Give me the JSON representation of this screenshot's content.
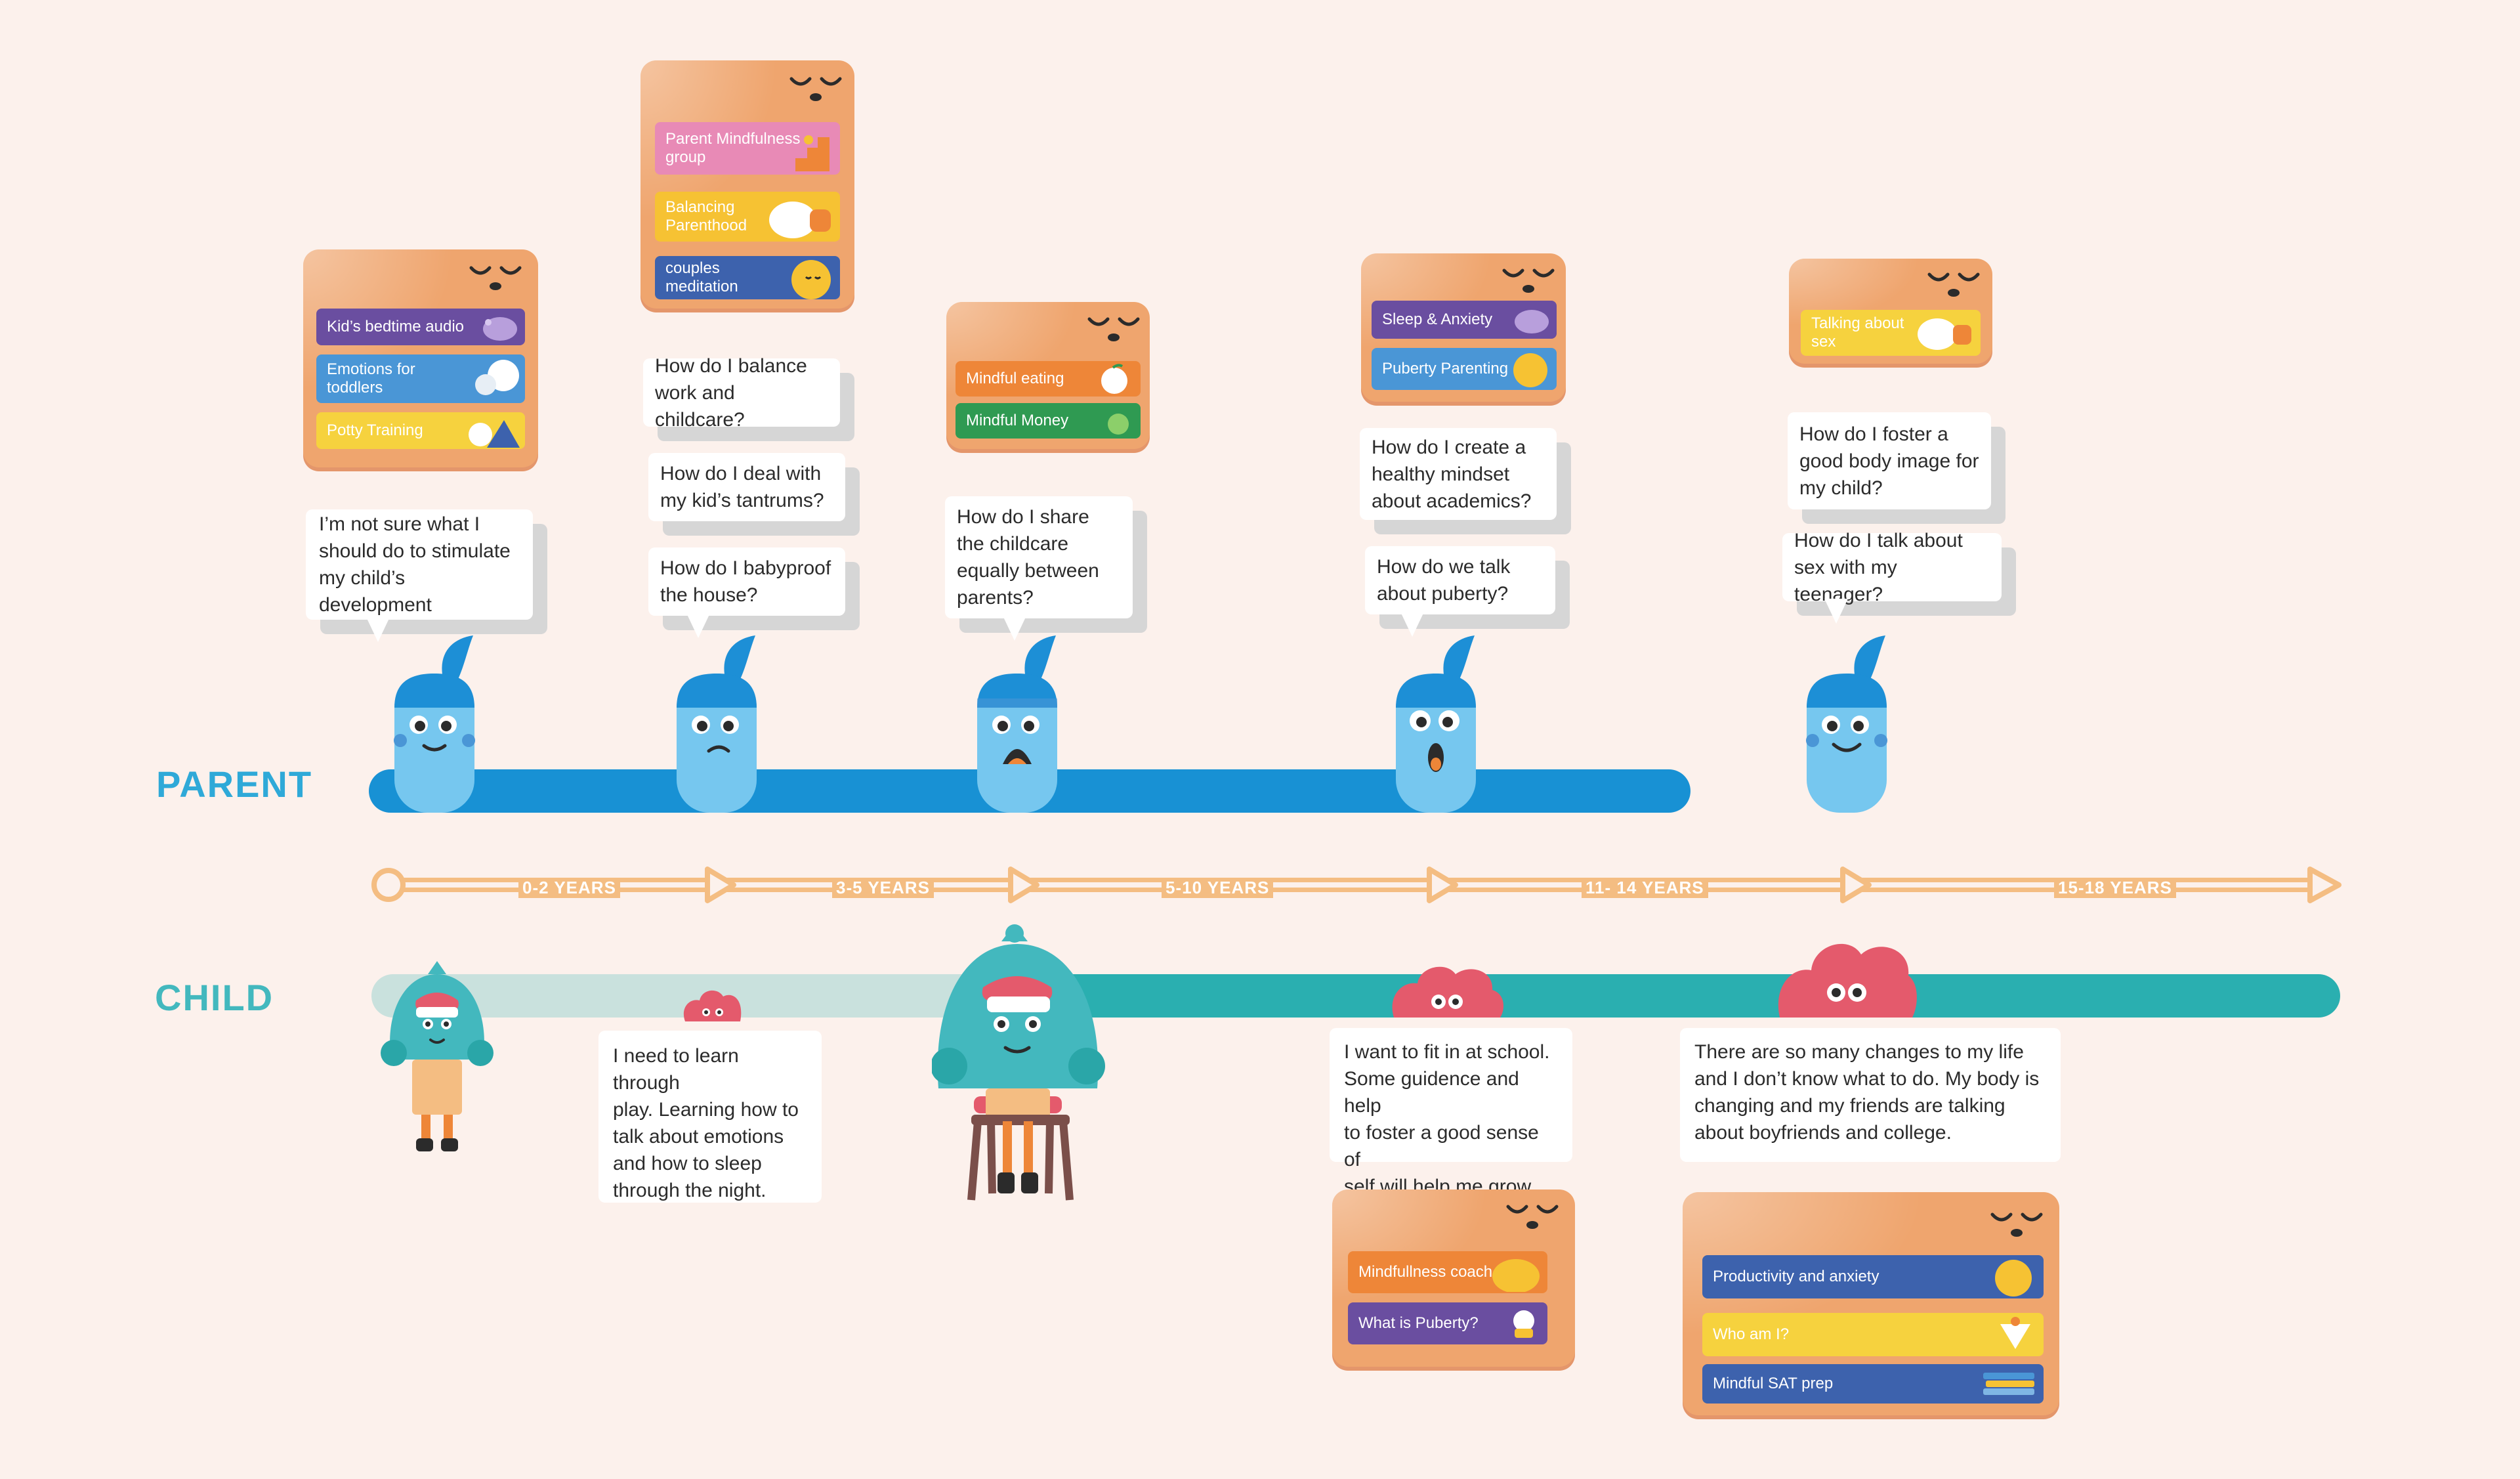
{
  "tracks": {
    "parent_label": "PARENT",
    "child_label": "CHILD"
  },
  "years": [
    "0-2 YEARS",
    "3-5 YEARS",
    "5-10 YEARS",
    "11- 14 YEARS",
    "15-18 YEARS"
  ],
  "parent_questions": [
    {
      "text": "I’m not sure what I\nshould do to stimulate\nmy child’s development"
    },
    {
      "text": "How do I balance\nwork and childcare?"
    },
    {
      "text": "How do I deal with\nmy kid’s tantrums?"
    },
    {
      "text": "How do I babyproof\nthe house?"
    },
    {
      "text": "How do I share\nthe childcare\nequally between\nparents?"
    },
    {
      "text": "How do I create a\nhealthy mindset\nabout academics?"
    },
    {
      "text": "How do we talk\nabout puberty?"
    },
    {
      "text": "How do I foster a\ngood body image for\nmy child?"
    },
    {
      "text": "How do I talk about\nsex with my teenager?"
    }
  ],
  "child_statements": [
    {
      "text": "I need to learn through\nplay. Learning how to\ntalk about emotions\nand how to sleep\nthrough the night."
    },
    {
      "text": "I want to fit in at school.\nSome guidence and help\nto foster a good sense of\nself will help me grow."
    },
    {
      "text": "There are so many changes to my life\nand I don’t know what to do. My body is\nchanging and my friends are talking\nabout boyfriends and college."
    }
  ],
  "cards": [
    {
      "items": [
        {
          "label": "Kid’s bedtime audio",
          "color": "#6a4ea0"
        },
        {
          "label": "Emotions for\ntoddlers",
          "color": "#4a96d6"
        },
        {
          "label": "Potty Training",
          "color": "#f6d23e"
        }
      ]
    },
    {
      "items": [
        {
          "label": "Parent Mindfulness\ngroup",
          "color": "#e88ab6"
        },
        {
          "label": "Balancing\nParenthood",
          "color": "#f6c233"
        },
        {
          "label": "couples\nmeditation",
          "color": "#3d62ad"
        }
      ]
    },
    {
      "items": [
        {
          "label": "Mindful eating",
          "color": "#ee8638"
        },
        {
          "label": "Mindful Money",
          "color": "#2f9a52"
        }
      ]
    },
    {
      "items": [
        {
          "label": "Sleep & Anxiety",
          "color": "#6a4ea0"
        },
        {
          "label": "Puberty Parenting",
          "color": "#4a96d6"
        }
      ]
    },
    {
      "items": [
        {
          "label": "Talking about\nsex",
          "color": "#f6d23e"
        }
      ]
    },
    {
      "items": [
        {
          "label": "Mindfullness coach",
          "color": "#ee8638"
        },
        {
          "label": "What is Puberty?",
          "color": "#6a4ea0"
        }
      ]
    },
    {
      "items": [
        {
          "label": "Productivity and anxiety",
          "color": "#3d62ad"
        },
        {
          "label": "Who am I?",
          "color": "#f6d23e"
        },
        {
          "label": "Mindful SAT prep",
          "color": "#3d62ad"
        }
      ]
    }
  ],
  "colors": {
    "parent_bar": "#1891d4",
    "child_bar": "#2aafb0",
    "child_bar_light": "#c9e1dd",
    "timeline": "#f4bd82",
    "card": "#efa56e",
    "character_blue": "#76c7ef",
    "brain": "#e45a6c"
  }
}
